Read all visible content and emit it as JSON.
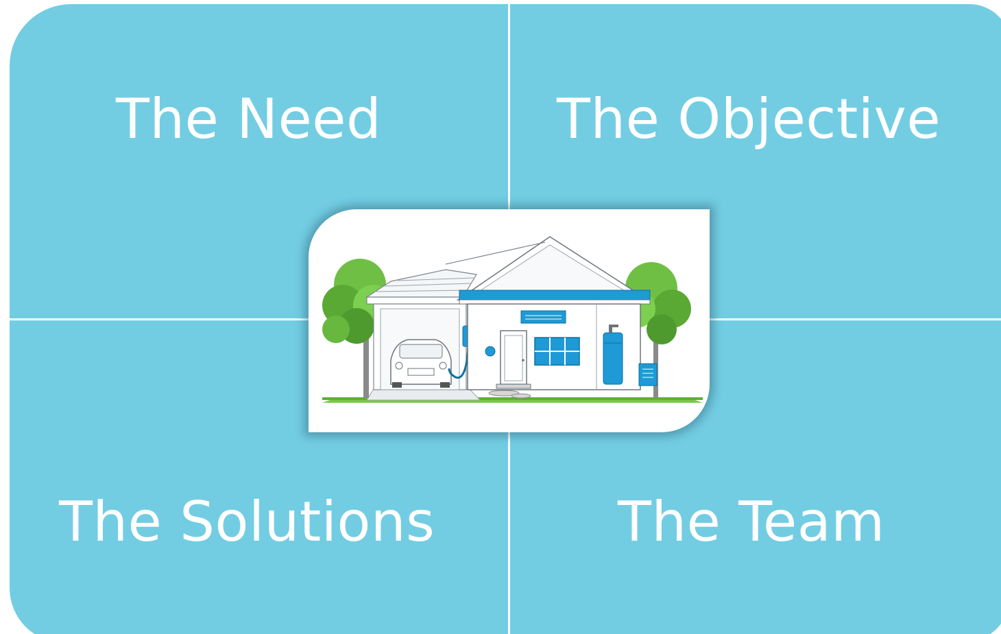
{
  "quadrants": {
    "top_left": {
      "label": "The Need"
    },
    "top_right": {
      "label": "The Objective"
    },
    "bottom_left": {
      "label": "The Solutions"
    },
    "bottom_right": {
      "label": "The Team"
    }
  },
  "colors": {
    "quadrant_fill": "#72cde3",
    "divider": "#ffffff",
    "accent_blue": "#1e9ad6",
    "tree_green": "#6fbf45",
    "grass_green": "#7ac943"
  },
  "center_image": {
    "icon": "smart-home-illustration-icon"
  }
}
